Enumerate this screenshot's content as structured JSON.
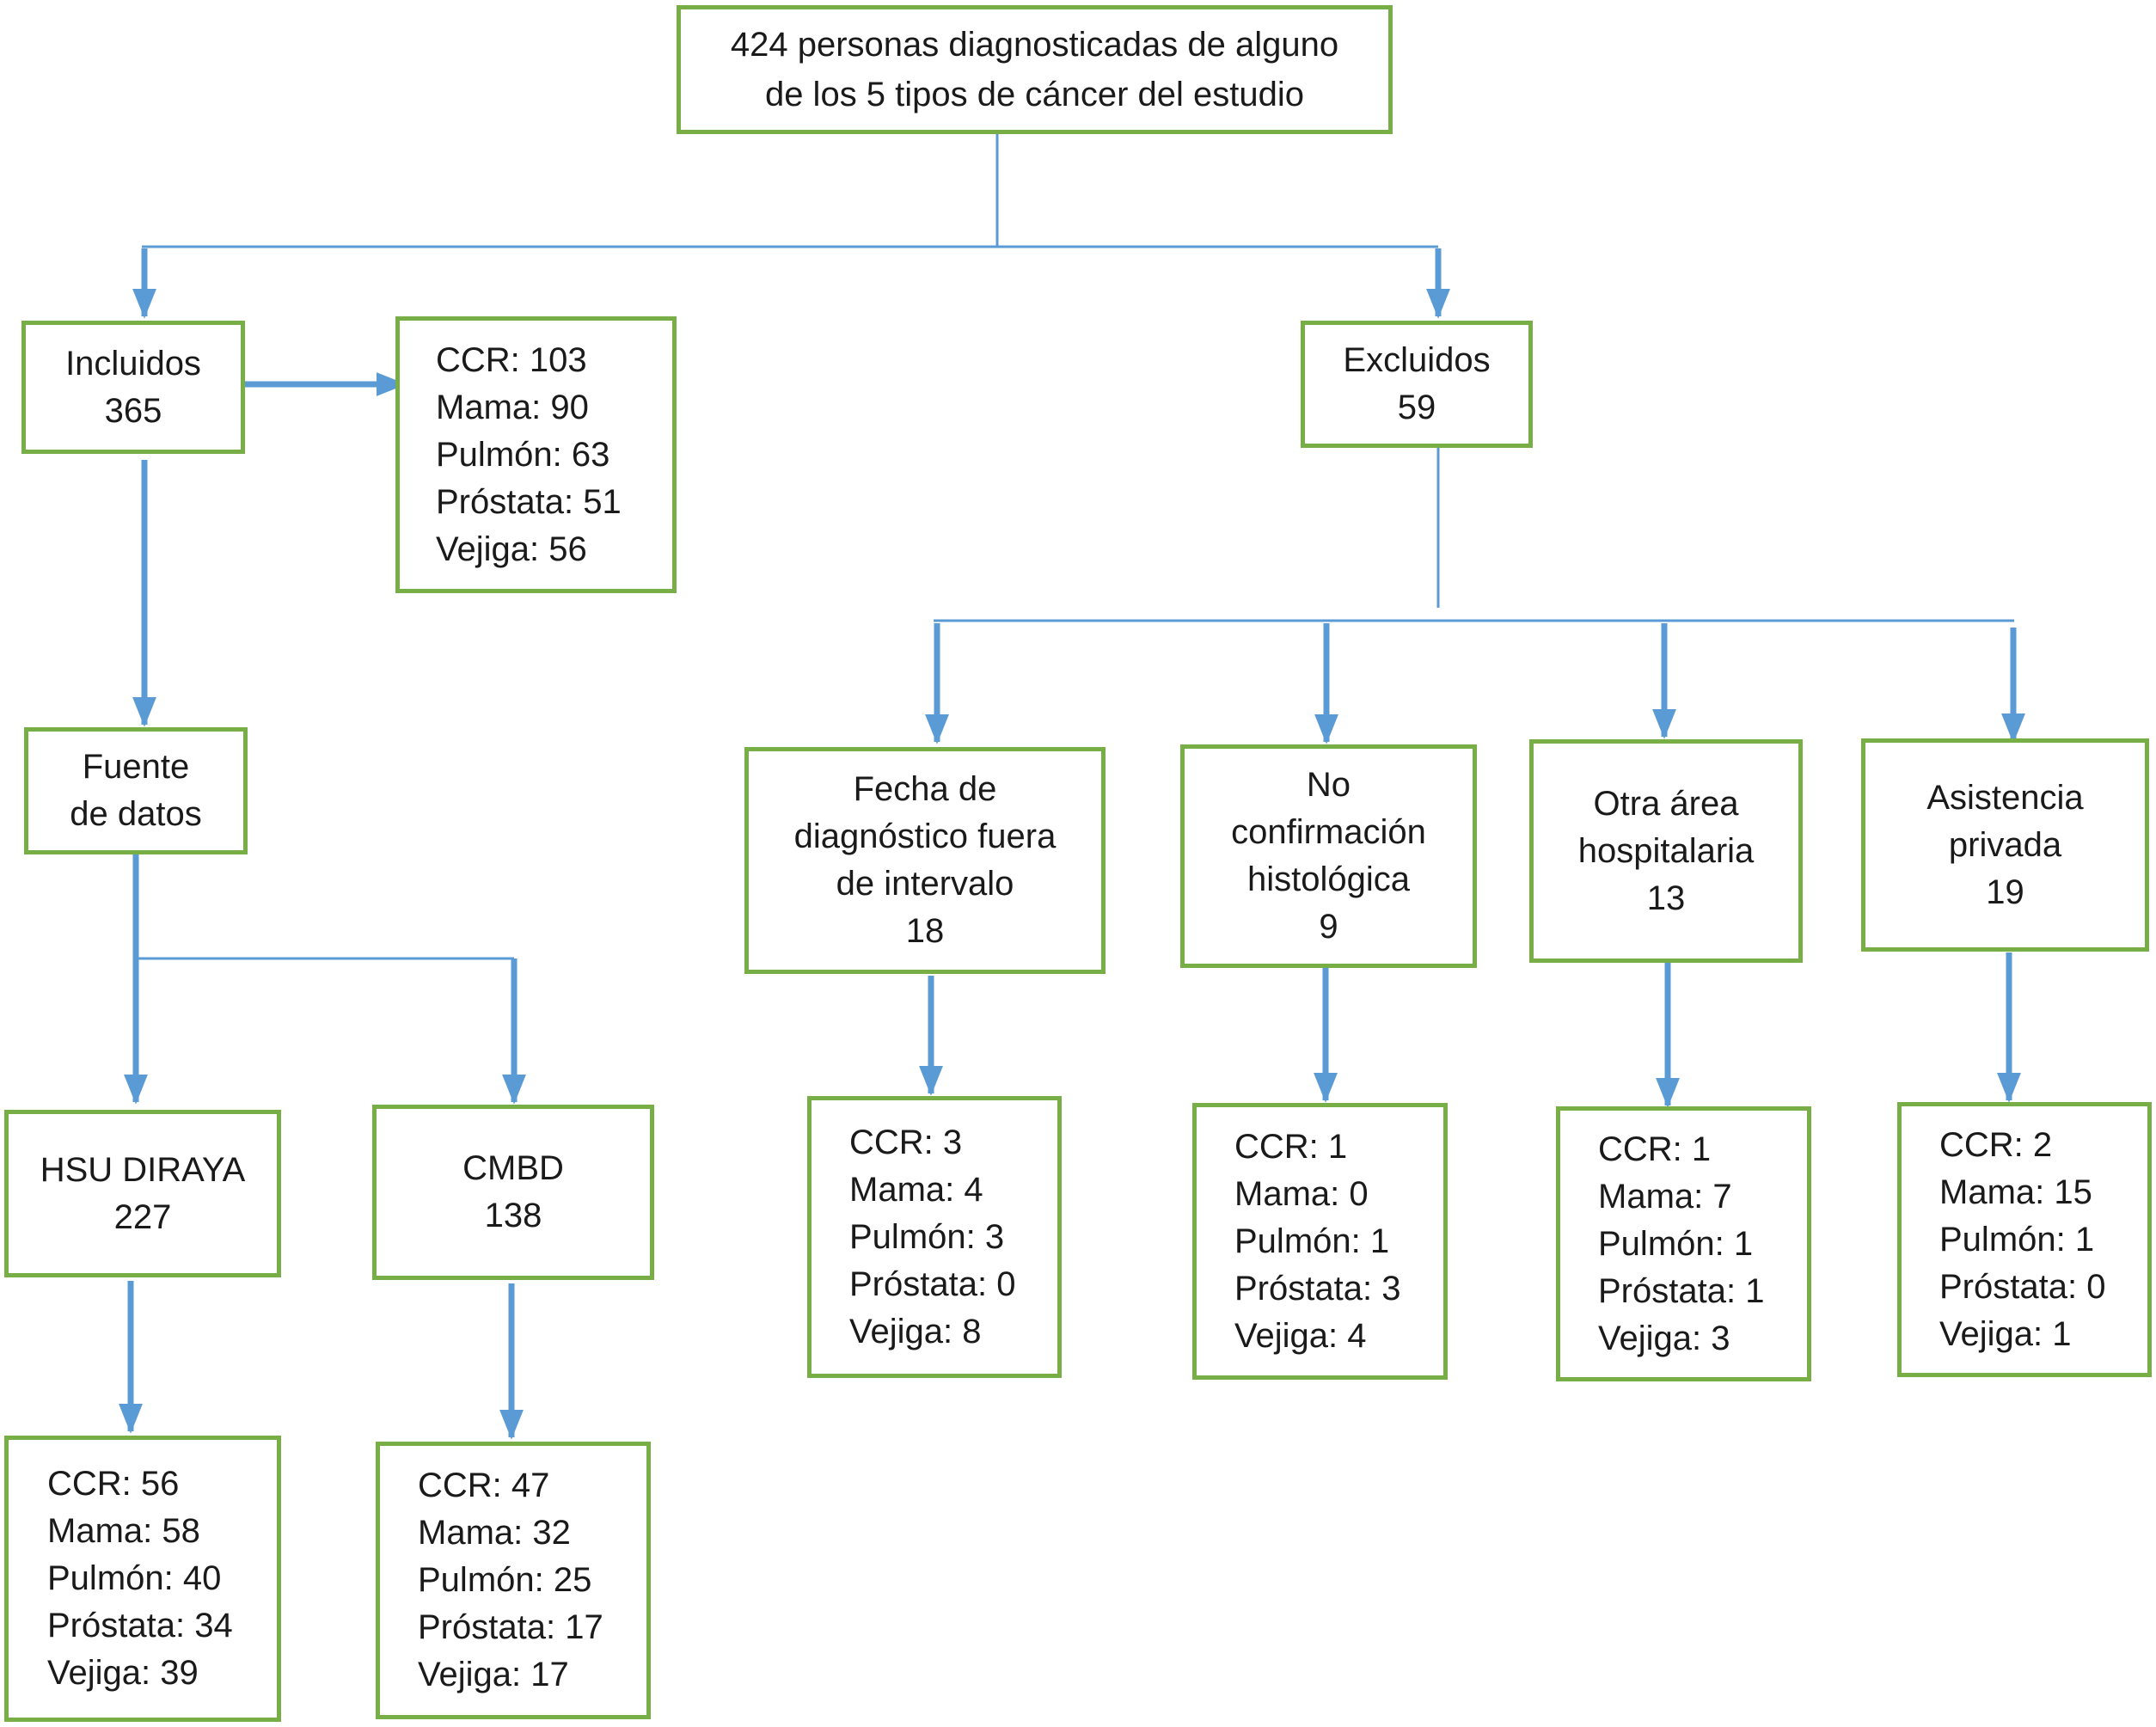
{
  "diagram": {
    "top": {
      "lines": [
        "424 personas diagnosticadas de alguno",
        "de los 5 tipos de cáncer del estudio"
      ]
    },
    "incluidos": {
      "label": "Incluidos",
      "count": "365"
    },
    "incluidos_breakdown": [
      "CCR: 103",
      "Mama: 90",
      "Pulmón: 63",
      "Próstata: 51",
      "Vejiga: 56"
    ],
    "excluidos": {
      "label": "Excluidos",
      "count": "59"
    },
    "fuente": {
      "lines": [
        "Fuente",
        "de datos"
      ]
    },
    "hsu": {
      "label": "HSU DIRAYA",
      "count": "227"
    },
    "hsu_breakdown": [
      "CCR: 56",
      "Mama: 58",
      "Pulmón: 40",
      "Próstata: 34",
      "Vejiga: 39"
    ],
    "cmbd": {
      "label": "CMBD",
      "count": "138"
    },
    "cmbd_breakdown": [
      "CCR: 47",
      "Mama: 32",
      "Pulmón: 25",
      "Próstata: 17",
      "Vejiga: 17"
    ],
    "fecha": {
      "lines": [
        "Fecha de",
        "diagnóstico fuera",
        "de intervalo"
      ],
      "count": "18"
    },
    "fecha_breakdown": [
      "CCR: 3",
      "Mama: 4",
      "Pulmón: 3",
      "Próstata: 0",
      "Vejiga: 8"
    ],
    "noconf": {
      "lines": [
        "No",
        "confirmación",
        "histológica"
      ],
      "count": "9"
    },
    "noconf_breakdown": [
      "CCR: 1",
      "Mama: 0",
      "Pulmón: 1",
      "Próstata: 3",
      "Vejiga: 4"
    ],
    "otra": {
      "lines": [
        "Otra área",
        "hospitalaria"
      ],
      "count": "13"
    },
    "otra_breakdown": [
      "CCR: 1",
      "Mama: 7",
      "Pulmón: 1",
      "Próstata: 1",
      "Vejiga: 3"
    ],
    "privada": {
      "lines": [
        "Asistencia",
        "privada"
      ],
      "count": "19"
    },
    "privada_breakdown": [
      "CCR: 2",
      "Mama: 15",
      "Pulmón: 1",
      "Próstata: 0",
      "Vejiga: 1"
    ]
  },
  "colors": {
    "box_border": "#77AE46",
    "connector": "#5B9BD5",
    "text": "#1a1a1a"
  }
}
